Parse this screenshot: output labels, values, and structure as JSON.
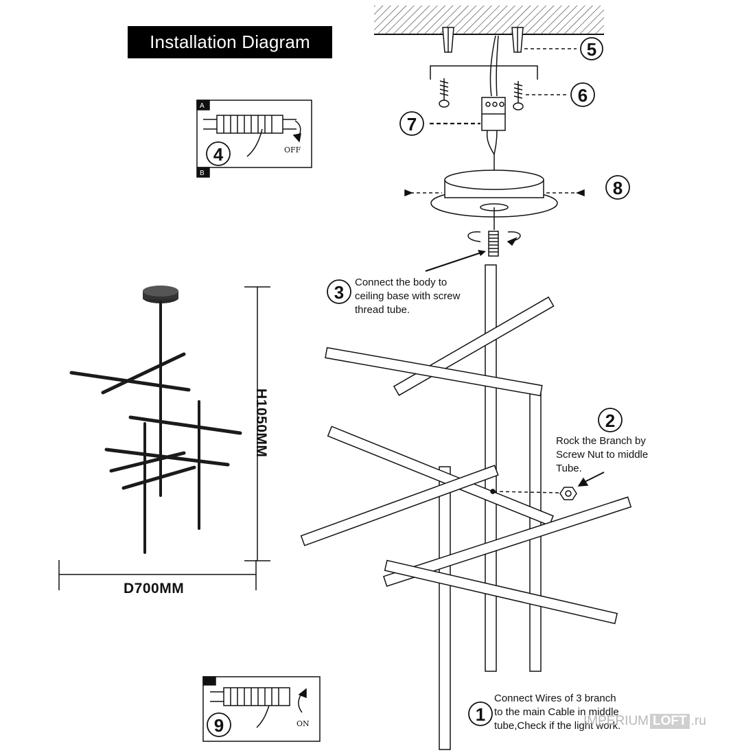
{
  "title": "Installation Diagram",
  "steps": {
    "s1": {
      "number": "1",
      "text": "Connect Wires of 3 branch\nto the main Cable in middle\ntube,Check if the light work."
    },
    "s2": {
      "number": "2",
      "text": "Rock the Branch by\nScrew Nut to middle\nTube."
    },
    "s3": {
      "number": "3",
      "text": "Connect the body to\nceiling base with screw\nthread tube."
    },
    "s4": {
      "number": "4",
      "label": "OFF",
      "tag_a": "A",
      "tag_b": "B"
    },
    "s5": {
      "number": "5"
    },
    "s6": {
      "number": "6"
    },
    "s7": {
      "number": "7"
    },
    "s8": {
      "number": "8"
    },
    "s9": {
      "number": "9",
      "label": "ON"
    }
  },
  "dimensions": {
    "height": "H1050MM",
    "diameter": "D700MM"
  },
  "watermark": {
    "prefix": "IMPERIUM",
    "highlight": "LOFT",
    "suffix": ".ru"
  },
  "colors": {
    "line": "#111111",
    "fill": "#ffffff",
    "dark": "#222222"
  }
}
